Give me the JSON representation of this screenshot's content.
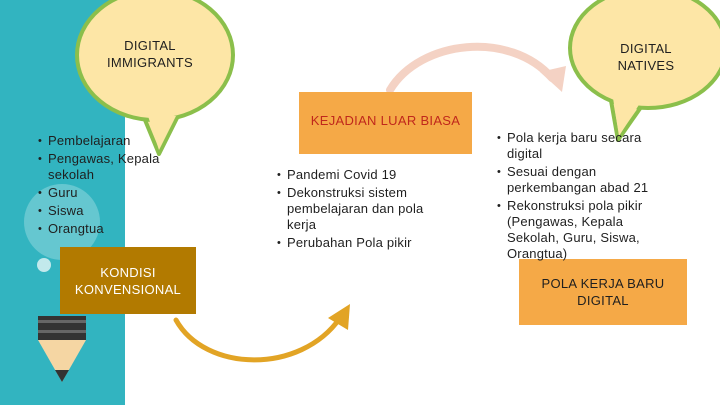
{
  "bubbles": {
    "immigrants": "DIGITAL IMMIGRANTS",
    "natives": "DIGITAL NATIVES"
  },
  "boxes": {
    "kejadian": "KEJADIAN LUAR BIASA",
    "kondisi": "KONDISI KONVENSIONAL",
    "pola": "POLA KERJA BARU DIGITAL"
  },
  "lists": {
    "left": [
      "Pembelajaran",
      "Pengawas, Kepala sekolah",
      "Guru",
      "Siswa",
      "Orangtua"
    ],
    "middle": [
      "Pandemi Covid 19",
      "Dekonstruksi sistem pembelajaran dan pola kerja",
      "Perubahan Pola pikir"
    ],
    "right": [
      "Pola kerja baru secara digital",
      "Sesuai dengan perkembangan abad 21",
      "Rekonstruksi pola pikir (Pengawas, Kepala Sekolah, Guru, Siswa, Orangtua)"
    ]
  },
  "colors": {
    "teal": "#32b4c0",
    "bubble_green": "#8bbf4b",
    "bubble_fill": "#fde6a6",
    "orange": "#f5a947",
    "gold": "#b27a00",
    "arrow_gold": "#e2a425",
    "arrow_pink": "#f4d2c4",
    "accent_red": "#c0281c"
  }
}
